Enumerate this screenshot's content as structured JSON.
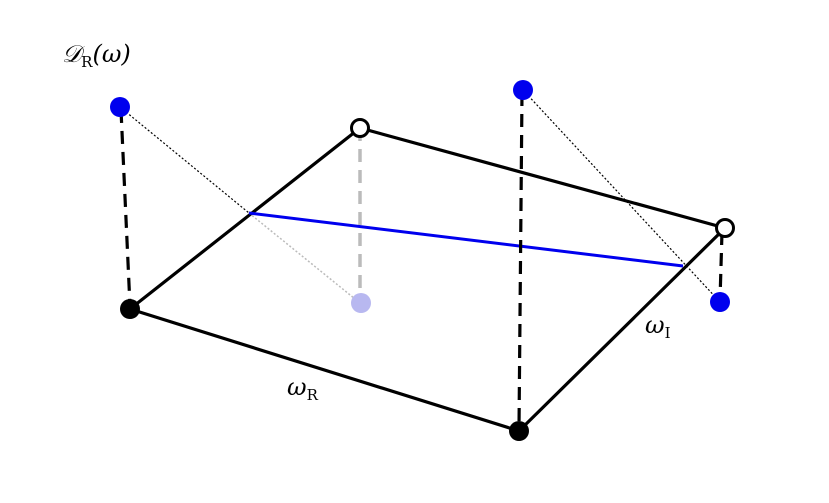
{
  "labels": {
    "dr_main": "𝒟",
    "dr_sub": "R",
    "dr_arg": "(ω)",
    "wr_main": "ω",
    "wr_sub": "R",
    "wi_main": "ω",
    "wi_sub": "I"
  },
  "colors": {
    "line": "#000000",
    "blue": "#0000ee",
    "faint_blue": "#b8b8f0",
    "grey_dash": "#bbbbbb",
    "background": "#ffffff"
  }
}
